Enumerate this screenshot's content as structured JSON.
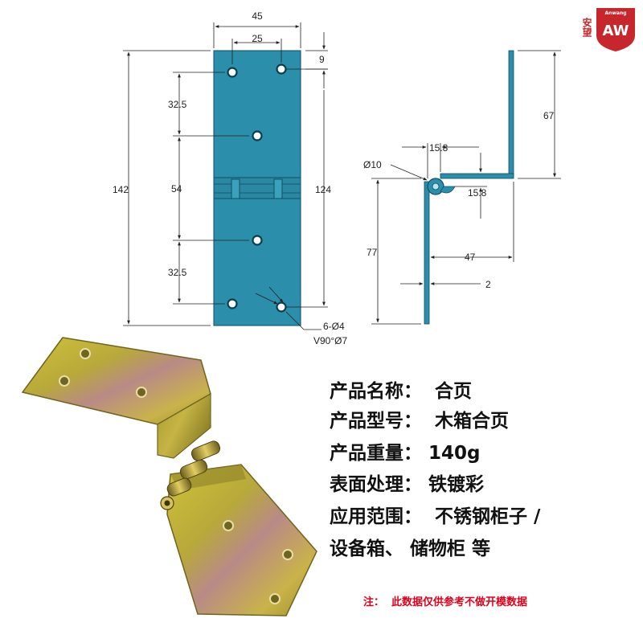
{
  "brand": {
    "name_cn": "安望",
    "name_en": "Anwang",
    "mark": "AW",
    "color": "#c7262c"
  },
  "drawing": {
    "plate_color": "#2b8eaa",
    "front": {
      "width_overall": "45",
      "hole_spacing_x": "25",
      "edge_to_hole": "9",
      "length_overall": "142",
      "hole_span": "124",
      "pitch_top": "32.5",
      "pitch_mid": "54",
      "pitch_bottom": "32.5",
      "holes_callout": "6-Ø4",
      "countersink_callout": "V90°Ø7"
    },
    "side": {
      "upper_leg": "67",
      "knuckle_diameter": "Ø10",
      "offset_a": "15.8",
      "offset_b": "15.8",
      "lower_leg": "77",
      "reach": "47",
      "thickness": "2"
    }
  },
  "specs": [
    {
      "label": "产品名称：",
      "value": "合页"
    },
    {
      "label": "产品型号：",
      "value": "木箱合页"
    },
    {
      "label": "产品重量：",
      "value": "140g"
    },
    {
      "label": "表面处理：",
      "value": "铁镀彩"
    },
    {
      "label": "应用范围：",
      "value": "不锈钢柜子 /"
    },
    {
      "label": "",
      "value": "设备箱、 储物柜 等"
    }
  ],
  "note": "注：  此数据仅供参考不做开模数据"
}
